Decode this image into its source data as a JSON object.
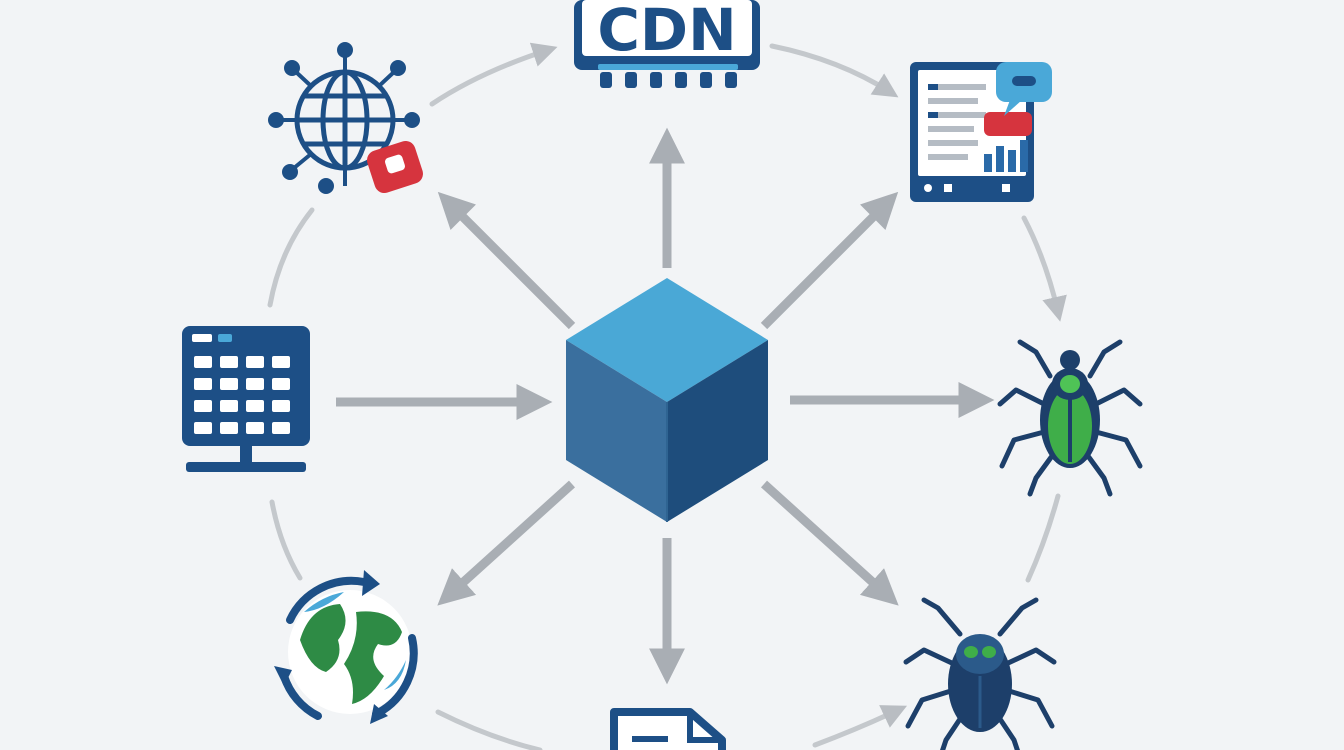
{
  "diagram": {
    "cdn_label": "CDN",
    "nodes": [
      {
        "id": "cdn",
        "icon": "cdn-chip-icon"
      },
      {
        "id": "web",
        "icon": "global-network-icon"
      },
      {
        "id": "dashboard",
        "icon": "dashboard-document-icon"
      },
      {
        "id": "server",
        "icon": "server-monitor-icon"
      },
      {
        "id": "bug-green",
        "icon": "green-bug-icon"
      },
      {
        "id": "globe",
        "icon": "globe-sync-icon"
      },
      {
        "id": "document",
        "icon": "document-icon"
      },
      {
        "id": "bug-dark",
        "icon": "dark-bug-icon"
      },
      {
        "id": "hub",
        "icon": "cube-icon"
      }
    ],
    "colors": {
      "background": "#f2f4f6",
      "primary": "#1d4f86",
      "accent_blue": "#4aa8d8",
      "arrow": "#a9aeb4",
      "alert_red": "#d6343e",
      "bug_green": "#3fae49",
      "globe_green": "#2e8b45"
    }
  }
}
